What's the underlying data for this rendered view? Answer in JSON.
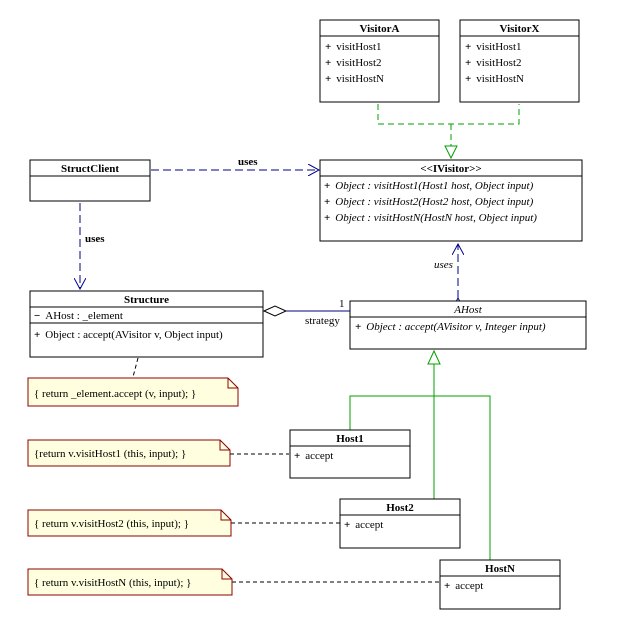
{
  "classes": {
    "visitorA": {
      "name": "VisitorA",
      "ops": [
        "visitHost1",
        "visitHost2",
        "visitHostN"
      ]
    },
    "visitorX": {
      "name": "VisitorX",
      "ops": [
        "visitHost1",
        "visitHost2",
        "visitHostN"
      ]
    },
    "ivisitor": {
      "name": "<<IVisitor>>",
      "ops": [
        "Object : visitHost1(Host1 host, Object input)",
        "Object : visitHost2(Host2 host, Object input)",
        "Object : visitHostN(HostN host, Object input)"
      ]
    },
    "structClient": {
      "name": "StructClient"
    },
    "structure": {
      "name": "Structure",
      "attrs": [
        "AHost : _element"
      ],
      "ops": [
        "Object : accept(AVisitor v, Object input)"
      ]
    },
    "ahost": {
      "name": "AHost",
      "ops": [
        "Object : accept(AVisitor v,  Integer input)"
      ]
    },
    "host1": {
      "name": "Host1",
      "ops": [
        "accept"
      ]
    },
    "host2": {
      "name": "Host2",
      "ops": [
        "accept"
      ]
    },
    "hostN": {
      "name": "HostN",
      "ops": [
        "accept"
      ]
    }
  },
  "notes": {
    "structure": "{ return  _element.accept (v, input); }",
    "host1": "{return  v.visitHost1 (this, input); }",
    "host2": "{ return v.visitHost2 (this, input); }",
    "hostN": "{ return v.visitHostN (this, input); }"
  },
  "labels": {
    "uses_client_ivisitor": "uses",
    "uses_client_structure": "uses",
    "uses_ahost_ivisitor": "uses",
    "multiplicity": "1",
    "role": "strategy"
  },
  "symbols": {
    "public": "+",
    "private": "−"
  },
  "colors": {
    "realization": "#00a000",
    "dependency": "#00008b",
    "note_fill": "#ffffe0",
    "note_border": "#8b0000"
  }
}
